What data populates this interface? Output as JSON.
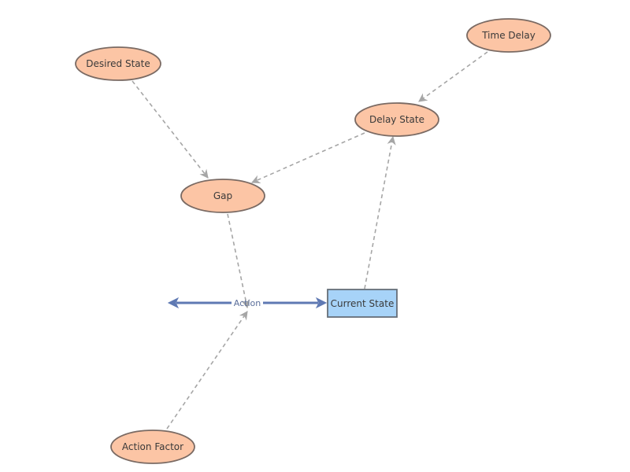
{
  "diagram": {
    "nodes": {
      "time_delay": {
        "label": "Time Delay",
        "kind": "variable"
      },
      "desired_state": {
        "label": "Desired State",
        "kind": "variable"
      },
      "delay_state": {
        "label": "Delay State",
        "kind": "variable"
      },
      "gap": {
        "label": "Gap",
        "kind": "variable"
      },
      "action": {
        "label": "Action",
        "kind": "flow"
      },
      "current_state": {
        "label": "Current State",
        "kind": "stock"
      },
      "action_factor": {
        "label": "Action Factor",
        "kind": "variable"
      }
    },
    "links": [
      {
        "from": "time_delay",
        "to": "delay_state"
      },
      {
        "from": "desired_state",
        "to": "gap"
      },
      {
        "from": "delay_state",
        "to": "gap"
      },
      {
        "from": "current_state",
        "to": "delay_state"
      },
      {
        "from": "gap",
        "to": "action"
      },
      {
        "from": "action_factor",
        "to": "action"
      }
    ],
    "flows": [
      {
        "name": "action",
        "into": "current_state"
      }
    ],
    "colors": {
      "variable_fill": "#fcc5a5",
      "variable_stroke": "#7a6a63",
      "stock_fill": "#a7d3f8",
      "stock_stroke": "#666f78",
      "link": "#a6a6a6",
      "flow": "#5f79b3"
    }
  }
}
